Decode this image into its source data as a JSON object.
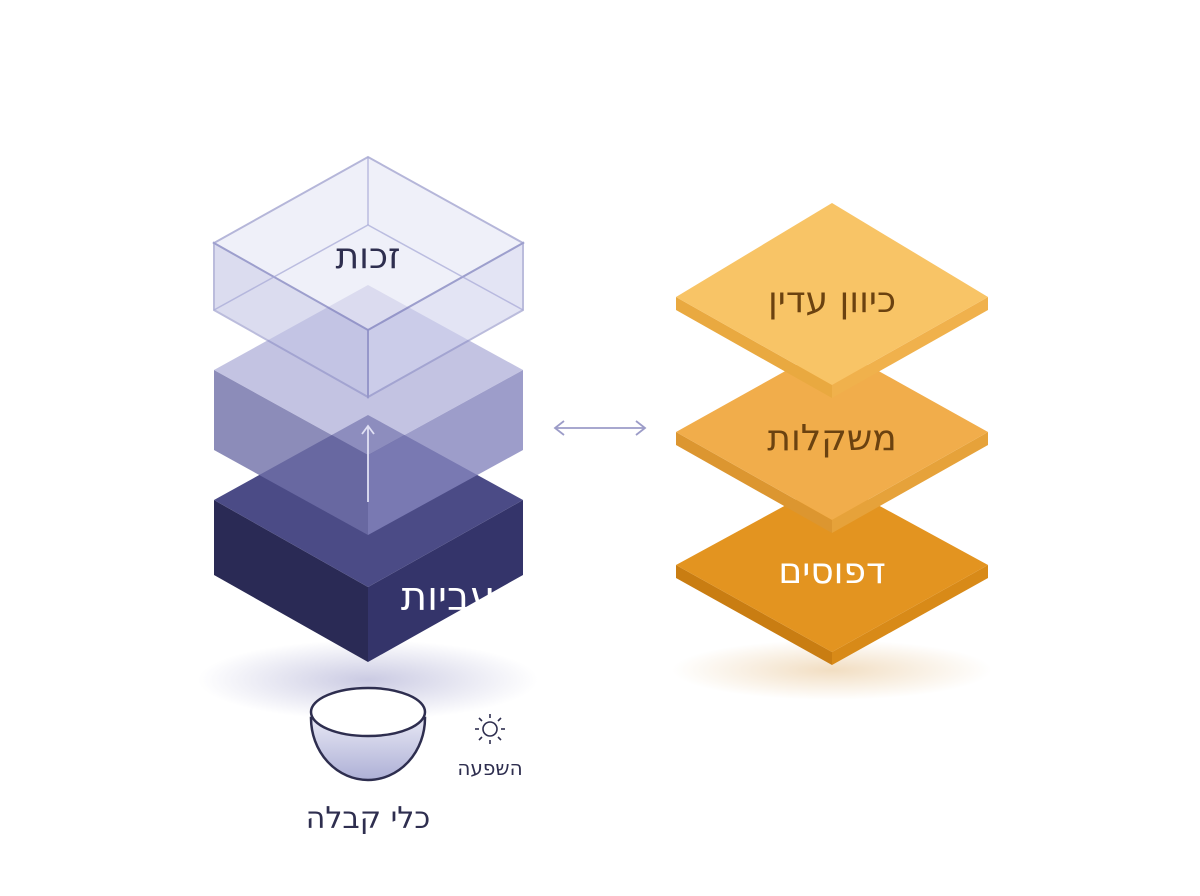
{
  "left_stack": {
    "top_label": "זכות",
    "bottom_label": "עביות"
  },
  "right_stack": {
    "labels": [
      "כיוון עדין",
      "משקלות",
      "דפוסים"
    ]
  },
  "vessel": {
    "label": "כלי קבלה",
    "influence_label": "השפעה"
  },
  "colors": {
    "indigo_dark": "#2b2b57",
    "indigo_mid": "#7c7cb8",
    "glass": "#c9cbe6",
    "orange_light": "#f7c064",
    "orange_mid": "#f0aa45",
    "orange_dark": "#e0901c",
    "text_dark": "#2e2e4f",
    "text_brown": "#6b4210"
  }
}
